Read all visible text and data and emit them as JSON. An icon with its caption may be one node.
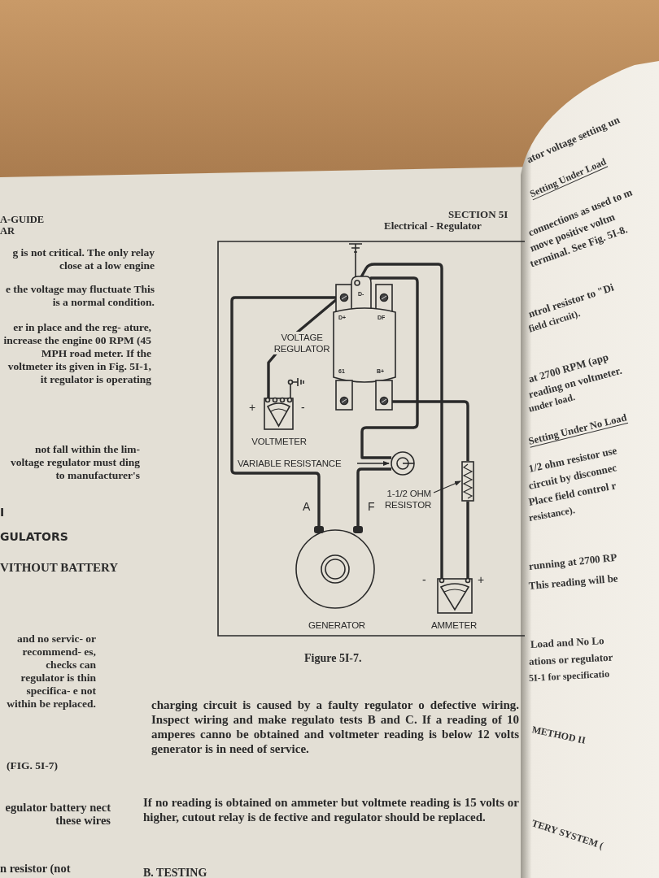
{
  "diagram": {
    "caption": "Figure 5I-7.",
    "nodes": [
      {
        "text": [
          "D-",
          "D+",
          "DF",
          "61",
          "B+"
        ]
      },
      {
        "text": [
          "+",
          "-",
          "VOLTMETER"
        ]
      },
      {
        "text": [
          "VARIABLE RESISTANCE"
        ]
      },
      {
        "text": [],
        "shape": "circle"
      },
      {
        "text": [
          "1-1/2 OHM RESISTOR"
        ]
      },
      {
        "text": [],
        "shape": "box"
      },
      {
        "text": [
          "A",
          "F",
          "GENERATOR"
        ]
      },
      {
        "text": [
          "-",
          "+",
          "AMMETER"
        ]
      }
    ],
    "edges": [
      {
        "from": 1,
        "to": 0,
        "arrow": "none",
        "label": "VOLTAGE REGULATOR"
      },
      {
        "from": 0,
        "to": 6,
        "arrow": "none"
      },
      {
        "from": 0,
        "to": 7,
        "arrow": "none"
      },
      {
        "from": 0,
        "to": 3,
        "arrow": "none"
      },
      {
        "from": 0,
        "to": 5,
        "arrow": "none"
      },
      {
        "from": 5,
        "to": 7,
        "arrow": "none"
      },
      {
        "from": 3,
        "to": 6,
        "arrow": "none"
      },
      {
        "from": 2,
        "to": 3,
        "arrow": "to"
      },
      {
        "from": 4,
        "to": 5,
        "arrow": "to"
      }
    ],
    "labels": [
      "A-GUIDE",
      "AR",
      "SECTION 5I",
      "Electrical - Regulator",
      "g is not critical. The only relay close at a low engine",
      "e the voltage may fluctuate This is a normal condition.",
      "er in place and the reg- ature, increase the engine 00 RPM (45 MPH road meter. If the voltmeter its given in Fig. 5I-1, it regulator is operating",
      "not fall within the lim- voltage regulator must ding to manufacturer's",
      "I",
      "GULATORS",
      "VITHOUT BATTERY",
      "and no servic- or recommend- es, checks can regulator is thin specifica- e not within be replaced.",
      "(FIG. 5I-7)",
      "egulator battery nect these wires",
      "n resistor (not",
      "charging circuit is caused by a faulty regulator o defective wiring. Inspect wiring and make regulato tests B and C. If a reading of 10 amperes canno be obtained and voltmeter reading is below 12 volts generator is in need of service.",
      "If no reading is obtained on ammeter but voltmete reading is 15 volts or higher, cutout relay is de fective and regulator should be replaced.",
      "B. TESTING",
      "ator voltage setting un",
      "Setting Under Load",
      "connections as used to m",
      "move positive voltm",
      "terminal. See Fig. 5I-8.",
      "ntrol resistor to \"Di",
      "field circuit).",
      "at 2700 RPM (app",
      "reading on voltmeter.",
      "under load.",
      "Setting Under No Load",
      "1/2 ohm resistor use",
      "circuit by disconnec",
      "Place field control r",
      "resistance).",
      "running at 2700 RP",
      "This reading will be",
      "Load and No Lo",
      "ations or regulator",
      "5I-1 for specificatio",
      "METHOD II",
      "TERY SYSTEM ("
    ]
  }
}
